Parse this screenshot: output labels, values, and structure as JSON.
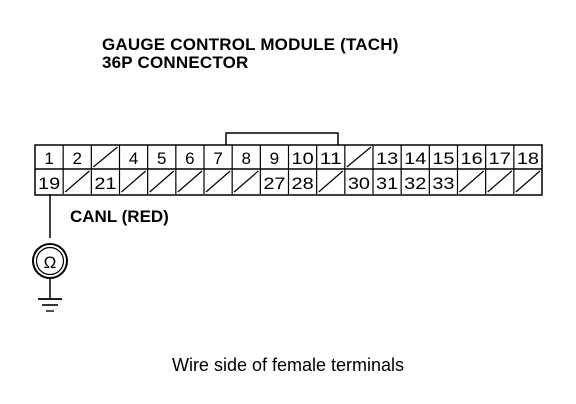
{
  "title": {
    "line1": "GAUGE CONTROL MODULE (TACH)",
    "line2": "36P CONNECTOR"
  },
  "connector": {
    "top_row": [
      "1",
      "2",
      "",
      "4",
      "5",
      "6",
      "7",
      "8",
      "9",
      "10",
      "11",
      "",
      "13",
      "14",
      "15",
      "16",
      "17",
      "18"
    ],
    "bottom_row": [
      "19",
      "",
      "21",
      "",
      "",
      "",
      "",
      "",
      "27",
      "28",
      "",
      "30",
      "31",
      "32",
      "33",
      "",
      "",
      ""
    ],
    "probed_terminal": "19"
  },
  "wire": {
    "label": "CANL (RED)"
  },
  "meter": {
    "symbol": "Ω"
  },
  "caption": "Wire side of female terminals",
  "colors": {
    "line": "#000000",
    "background": "#ffffff"
  }
}
